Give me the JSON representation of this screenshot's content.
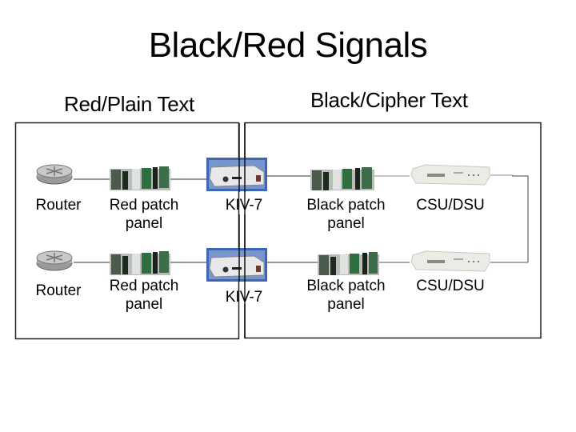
{
  "title": "Black/Red Signals",
  "zones": {
    "red": {
      "label": "Red/Plain Text"
    },
    "black": {
      "label": "Black/Cipher Text"
    }
  },
  "rows": [
    {
      "router": {
        "label": "Router",
        "icon": "router-icon"
      },
      "red_patch": {
        "label_line1": "Red patch",
        "label_line2": "panel",
        "icon": "patch-panel-icon"
      },
      "kiv": {
        "label": "KIV-7",
        "icon": "encryptor-icon"
      },
      "black_patch": {
        "label_line1": "Black patch",
        "label_line2": "panel",
        "icon": "patch-panel-icon"
      },
      "csu": {
        "label": "CSU/DSU",
        "icon": "csu-dsu-icon"
      }
    },
    {
      "router": {
        "label": "Router",
        "icon": "router-icon"
      },
      "red_patch": {
        "label_line1": "Red patch",
        "label_line2": "panel",
        "icon": "patch-panel-icon"
      },
      "kiv": {
        "label": "KIV-7",
        "icon": "encryptor-icon"
      },
      "black_patch": {
        "label_line1": "Black patch",
        "label_line2": "panel",
        "icon": "patch-panel-icon"
      },
      "csu": {
        "label": "CSU/DSU",
        "icon": "csu-dsu-icon"
      }
    }
  ]
}
